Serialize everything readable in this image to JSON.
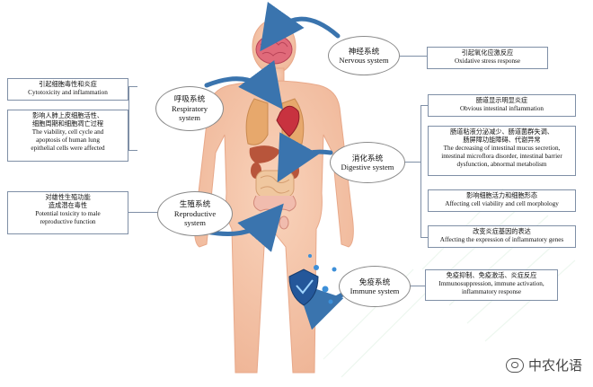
{
  "systems": {
    "nervous": {
      "zh": "神经系统",
      "en": "Nervous system"
    },
    "respiratory": {
      "zh": "呼吸系统",
      "en1": "Respiratory",
      "en2": "system"
    },
    "digestive": {
      "zh": "消化系统",
      "en": "Digestive system"
    },
    "reproductive": {
      "zh": "生殖系统",
      "en1": "Reproductive",
      "en2": "system"
    },
    "immune": {
      "zh": "免疫系统",
      "en": "Immune system"
    }
  },
  "effects": {
    "nervous": {
      "zh": "引起氧化应激反应",
      "en": "Oxidative stress response"
    },
    "resp_1": {
      "zh": "引起细胞毒性和炎症",
      "en": "Cytotoxicity and inflammation"
    },
    "resp_2": {
      "zh1": "影响人肺上皮细胞活性、",
      "zh2": "细胞周期和细胞凋亡过程",
      "en1": "The viability, cell cycle and",
      "en2": "apoptosis of human lung",
      "en3": "epithelial cells were affected"
    },
    "repro": {
      "zh1": "对雄性生殖功能",
      "zh2": "造成潜在毒性",
      "en1": "Potential toxicity to male",
      "en2": "reproductive function"
    },
    "dig_1": {
      "zh": "肠道显示明显炎症",
      "en": "Obvious intestinal inflammation"
    },
    "dig_2": {
      "zh1": "肠道粘液分泌减少、肠道菌群失调、",
      "zh2": "肠屏障功能障碍、代谢异常",
      "en1": "The decreasing of intestinal mucus secretion,",
      "en2": "intestinal microflora disorder, intestinal barrier",
      "en3": "dysfunction, abnormal metabolism"
    },
    "dig_3": {
      "zh": "影响细胞活力和细胞形态",
      "en": "Affecting cell viability and cell morphology"
    },
    "dig_4": {
      "zh": "改变炎症基因的表达",
      "en": "Affecting the expression of inflammatory genes"
    },
    "immune": {
      "zh": "免疫抑制、免疫激活、炎症反应",
      "en1": "Immunosuppression, immune activation,",
      "en2": "inflammatory response"
    }
  },
  "watermark": "中农化语",
  "colors": {
    "skin": "#f5c3a5",
    "skin_edge": "#e8a889",
    "arrow": "#3a74ae",
    "box_border": "#7f8fa6",
    "brain": "#e06a7a"
  }
}
